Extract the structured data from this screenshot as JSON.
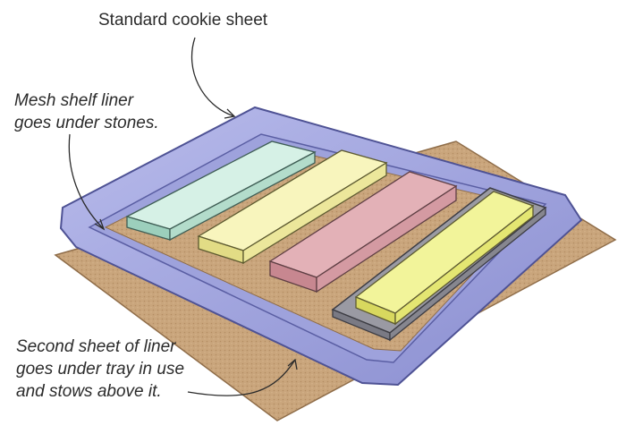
{
  "labels": {
    "cookie_sheet": "Standard cookie sheet",
    "mesh_liner": [
      "Mesh shelf liner",
      "goes under stones."
    ],
    "second_sheet": [
      "Second sheet of liner",
      "goes under tray in use",
      "and stows above it."
    ]
  },
  "colors": {
    "liner": "#c9a57c",
    "tray": "#9fa3dc",
    "tray_dark": "#6f73b6",
    "stone_green": "#bfe6d6",
    "stone_yellow": "#f4f0a0",
    "stone_pink": "#dca0a8",
    "stone_bright_yellow": "#eef07a",
    "holder": "#8c8c96"
  }
}
